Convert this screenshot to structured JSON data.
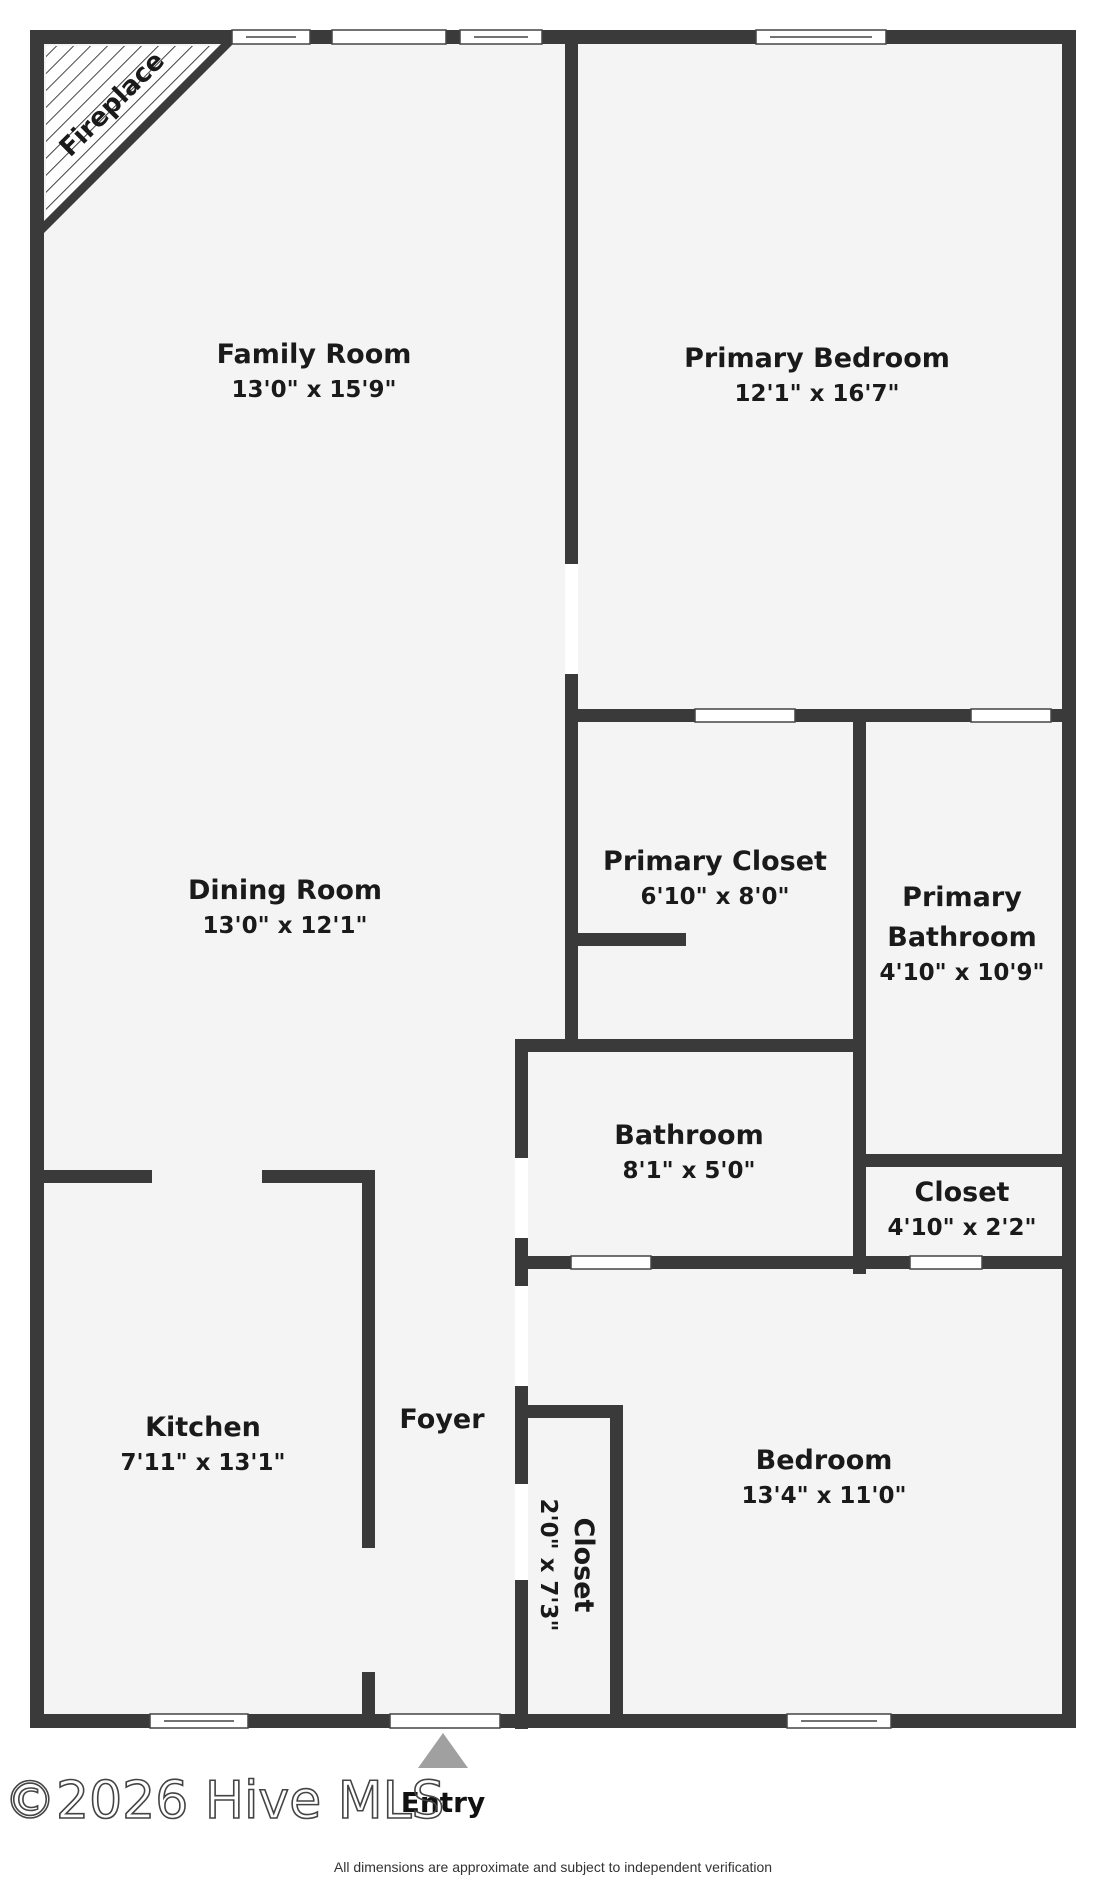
{
  "plan": {
    "rooms": {
      "family_room": {
        "name": "Family Room",
        "dims": "13'0\" x 15'9\""
      },
      "primary_bedroom": {
        "name": "Primary Bedroom",
        "dims": "12'1\" x 16'7\""
      },
      "dining_room": {
        "name": "Dining Room",
        "dims": "13'0\" x 12'1\""
      },
      "primary_closet": {
        "name": "Primary Closet",
        "dims": "6'10\" x 8'0\""
      },
      "primary_bathroom": {
        "name_line1": "Primary",
        "name_line2": "Bathroom",
        "dims": "4'10\" x 10'9\""
      },
      "bathroom": {
        "name": "Bathroom",
        "dims": "8'1\" x 5'0\""
      },
      "closet_small": {
        "name": "Closet",
        "dims": "4'10\" x 2'2\""
      },
      "kitchen": {
        "name": "Kitchen",
        "dims": "7'11\" x 13'1\""
      },
      "foyer": {
        "name": "Foyer"
      },
      "bedroom": {
        "name": "Bedroom",
        "dims": "13'4\" x 11'0\""
      },
      "closet_vertical": {
        "name": "Closet",
        "dims": "2'0\" x 7'3\""
      }
    },
    "fireplace_label": "Fireplace",
    "entry_label": "Entry",
    "watermark": "©2026 Hive MLS",
    "footer_note": "All dimensions are approximate and subject to independent verification",
    "colors": {
      "wall": "#3a3a3a",
      "floor": "#f4f4f4",
      "marker": "#a0a0a0"
    }
  }
}
